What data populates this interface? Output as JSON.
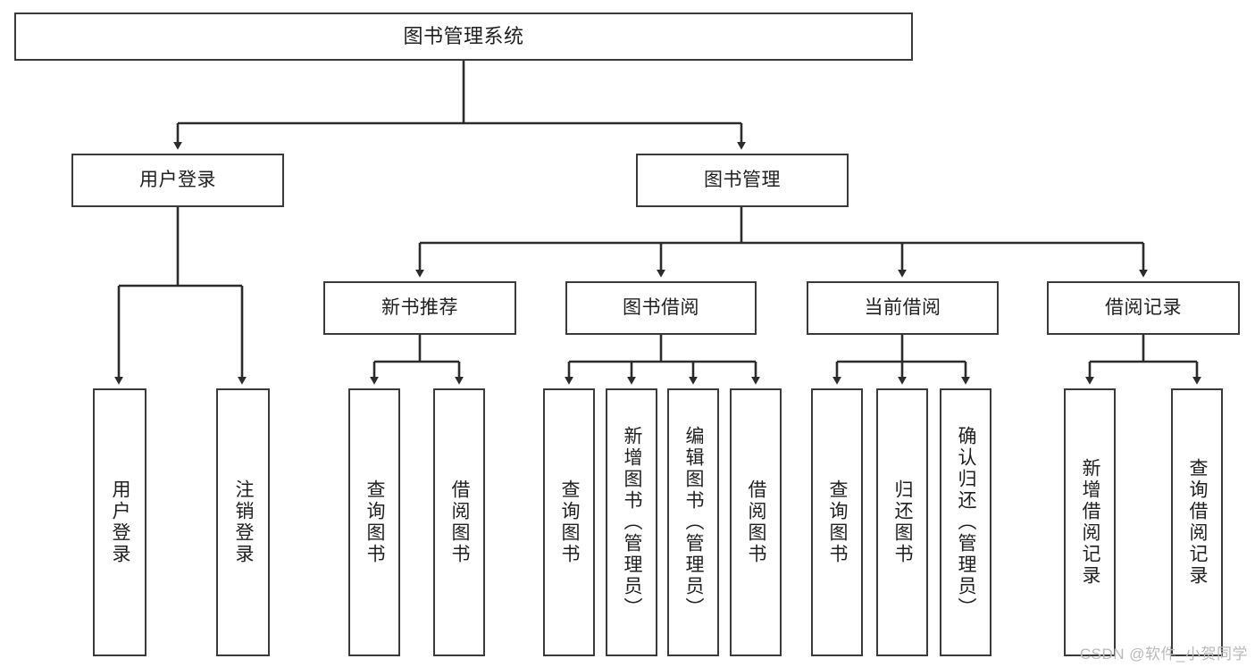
{
  "diagram": {
    "title": "图书管理系统",
    "type": "hierarchy-tree",
    "stroke_color": "#3a3a3a",
    "fill_color": "#ffffff",
    "text_color": "#1f1f1f"
  },
  "root": {
    "label": "图书管理系统"
  },
  "level1": [
    {
      "label": "用户登录"
    },
    {
      "label": "图书管理"
    }
  ],
  "level2": [
    {
      "label": "新书推荐"
    },
    {
      "label": "图书借阅"
    },
    {
      "label": "当前借阅"
    },
    {
      "label": "借阅记录"
    }
  ],
  "leaves": [
    {
      "label": "用户登录",
      "parent": "用户登录"
    },
    {
      "label": "注销登录",
      "parent": "用户登录"
    },
    {
      "label": "查询图书",
      "parent": "新书推荐"
    },
    {
      "label": "借阅图书",
      "parent": "新书推荐"
    },
    {
      "label": "查询图书",
      "parent": "图书借阅"
    },
    {
      "label": "新增图书（管理员）",
      "parent": "图书借阅"
    },
    {
      "label": "编辑图书（管理员）",
      "parent": "图书借阅"
    },
    {
      "label": "借阅图书",
      "parent": "图书借阅"
    },
    {
      "label": "查询图书",
      "parent": "当前借阅"
    },
    {
      "label": "归还图书",
      "parent": "当前借阅"
    },
    {
      "label": "确认归还（管理员）",
      "parent": "当前借阅"
    },
    {
      "label": "新增借阅记录",
      "parent": "借阅记录"
    },
    {
      "label": "查询借阅记录",
      "parent": "借阅记录"
    }
  ],
  "watermark": {
    "text": "CSDN @软件_小贺同学"
  }
}
